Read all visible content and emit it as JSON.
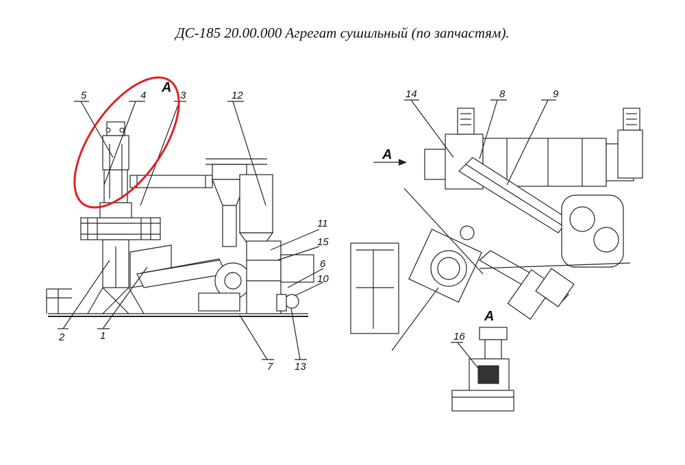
{
  "title": "ДС-185 20.00.000  Агрегат сушильный (по запчастям).",
  "view_labels": {
    "left_A": "A",
    "right_arrow_A": "A",
    "detail_A": "A"
  },
  "callouts": [
    "1",
    "2",
    "3",
    "4",
    "5",
    "6",
    "7",
    "8",
    "9",
    "10",
    "11",
    "12",
    "13",
    "14",
    "15",
    "16"
  ],
  "highlight": {
    "shape": "ellipse",
    "color": "#e02020",
    "target": "4"
  }
}
